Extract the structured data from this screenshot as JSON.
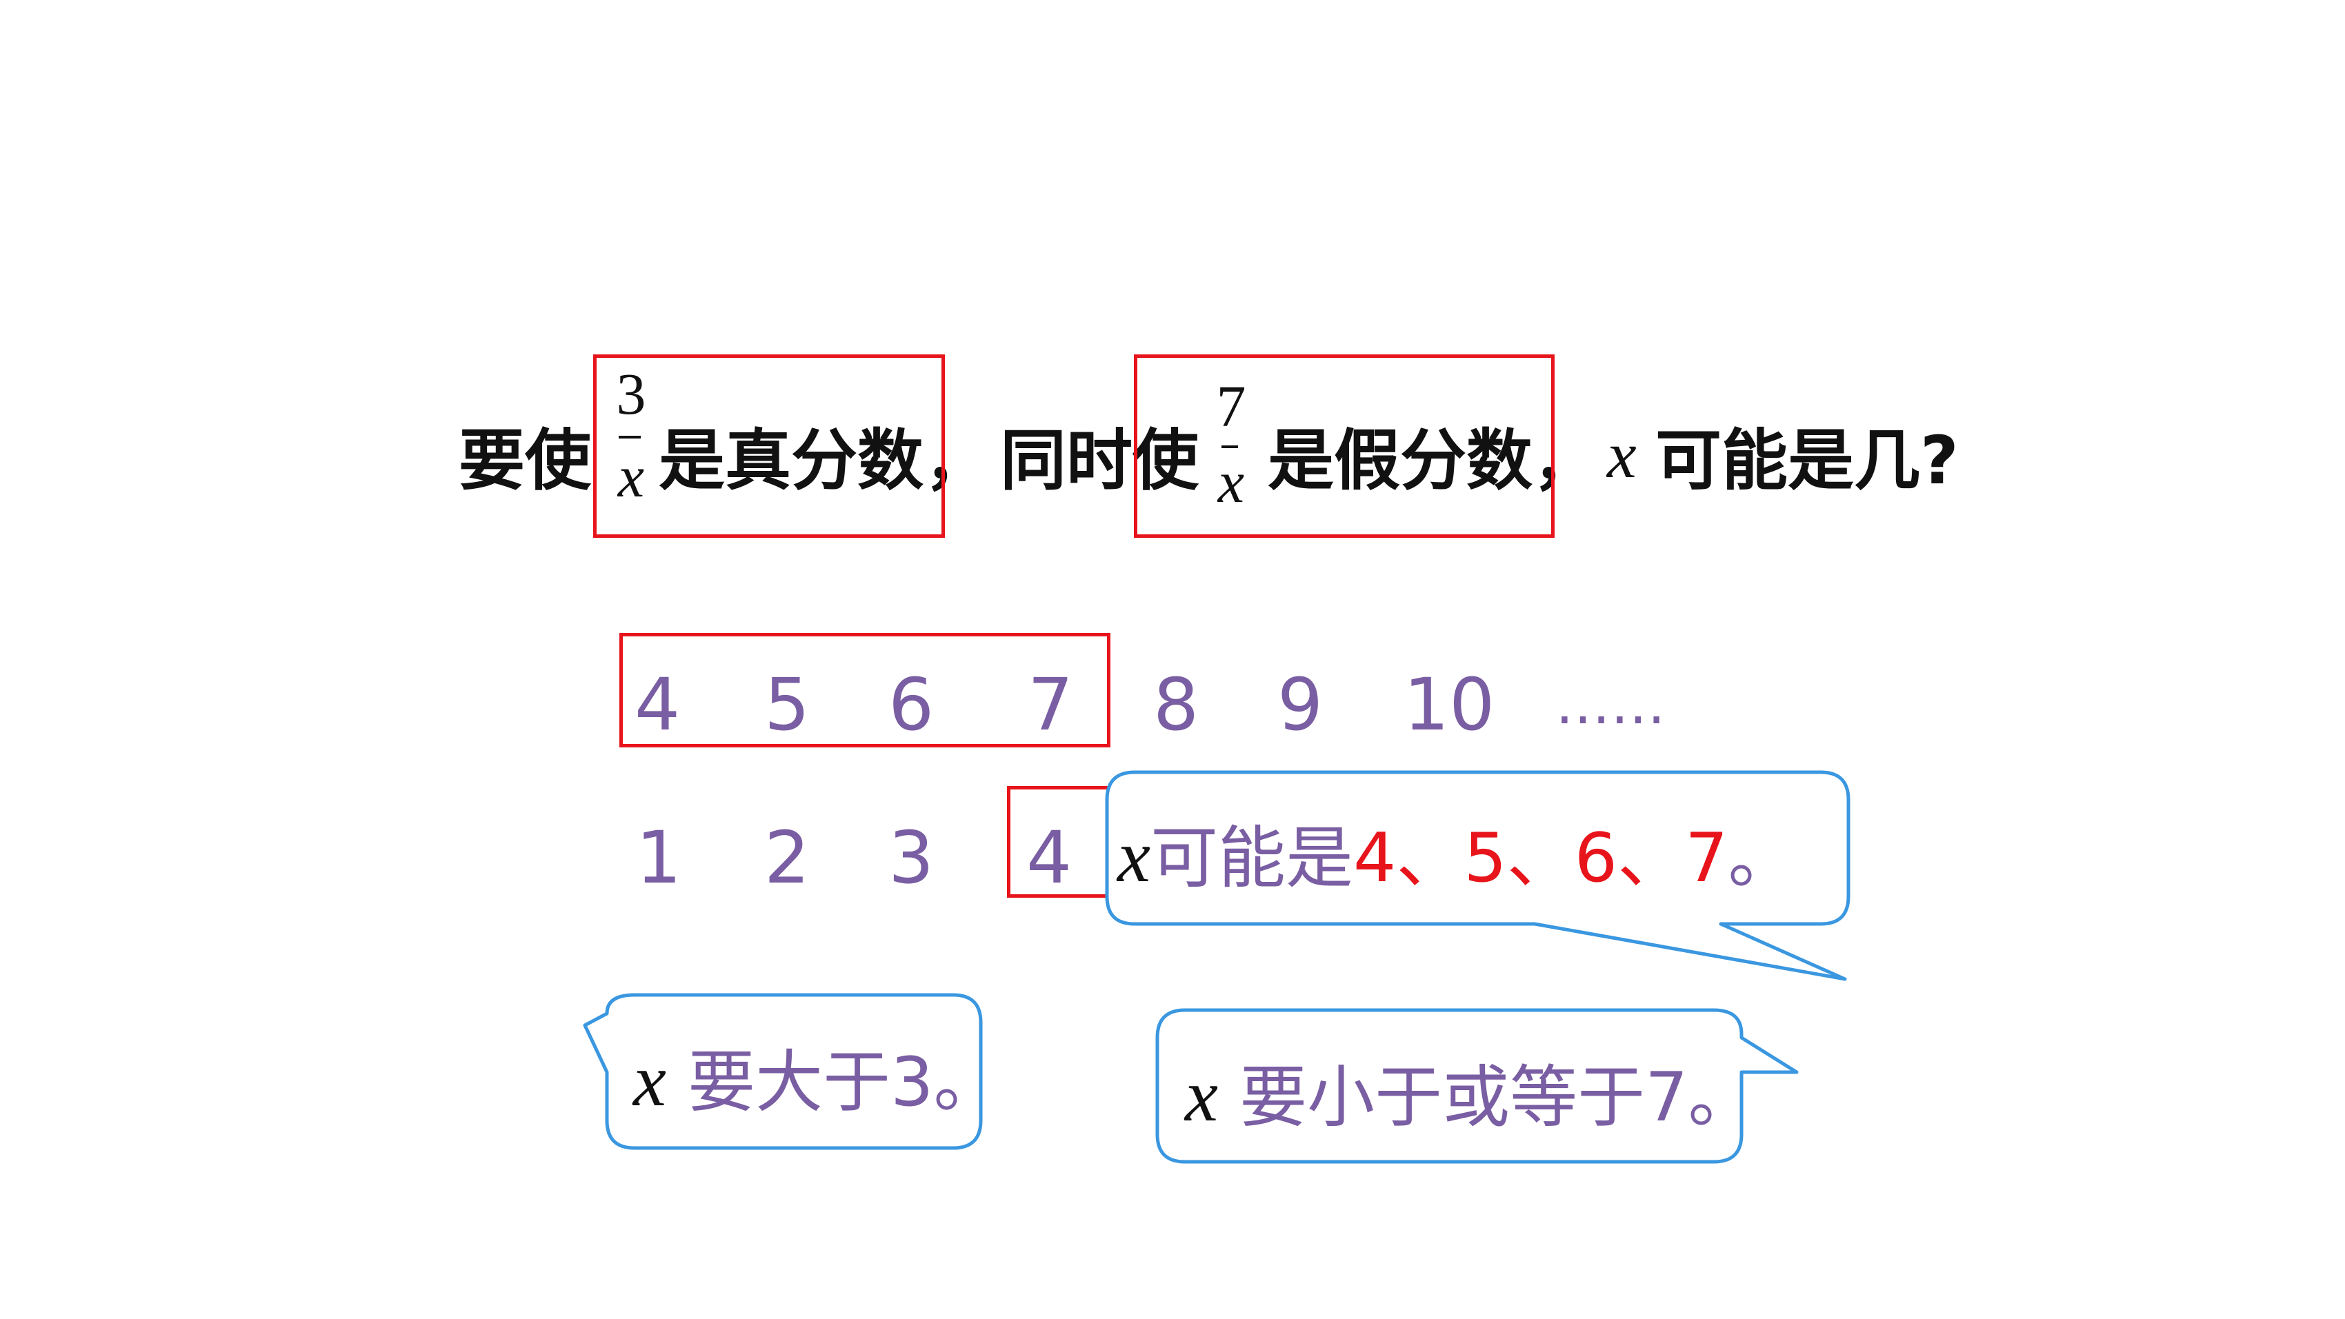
{
  "question": {
    "part1": "要使",
    "frac1": {
      "numerator": "3",
      "denominator": "x"
    },
    "part2": "是真分数",
    "comma1": "，",
    "part3": "同时使",
    "frac2": {
      "numerator": "7",
      "denominator": "x"
    },
    "part4": "是假分数",
    "comma2": "，",
    "variable": "x",
    "part5": "可能是几?"
  },
  "row1": [
    "4",
    "5",
    "6",
    "7",
    "8",
    "9",
    "10",
    "……"
  ],
  "row2": [
    "1",
    "2",
    "3",
    "4"
  ],
  "bubble_left": {
    "variable": "x",
    "text": "要大于3。"
  },
  "bubble_bottom": {
    "variable": "x",
    "text": "要小于或等于7。"
  },
  "bubble_answer": {
    "variable": "x",
    "prefix": "可能是",
    "values": [
      "4",
      "5",
      "6",
      "7"
    ],
    "separator": "、",
    "suffix": "。"
  },
  "colors": {
    "question_text": "#111111",
    "number_purple": "#7a5ea3",
    "box_red": "#e8141b",
    "answer_red": "#e8141b",
    "bubble_border": "#3a97e0"
  }
}
